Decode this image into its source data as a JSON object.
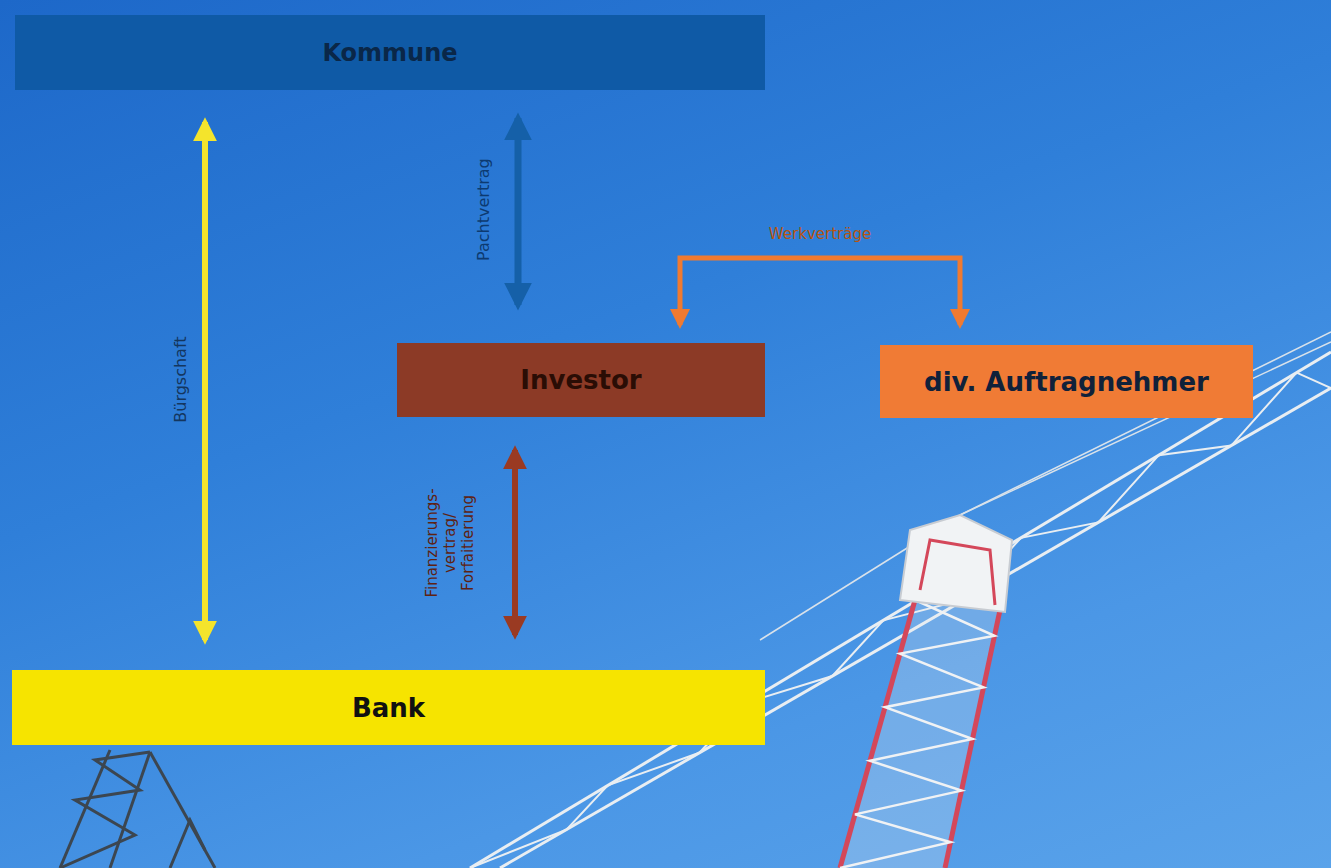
{
  "diagram": {
    "nodes": [
      {
        "text": [
          "Kommune"
        ]
      },
      {
        "text": [
          "Investor"
        ]
      },
      {
        "text": [
          "div. Auftragnehmer"
        ]
      },
      {
        "text": [
          "Bank"
        ]
      }
    ],
    "edges": [
      {
        "from": 0,
        "to": 3,
        "arrow": "both",
        "label": "Bürgschaft"
      },
      {
        "from": 0,
        "to": 1,
        "arrow": "both",
        "label": "Pachtvertrag"
      },
      {
        "from": 1,
        "to": 2,
        "arrow": "both",
        "label": "Werkverträge"
      },
      {
        "from": 1,
        "to": 3,
        "arrow": "both",
        "label": "Finanzierungs- vertrag/ Forfaitierung"
      }
    ]
  }
}
